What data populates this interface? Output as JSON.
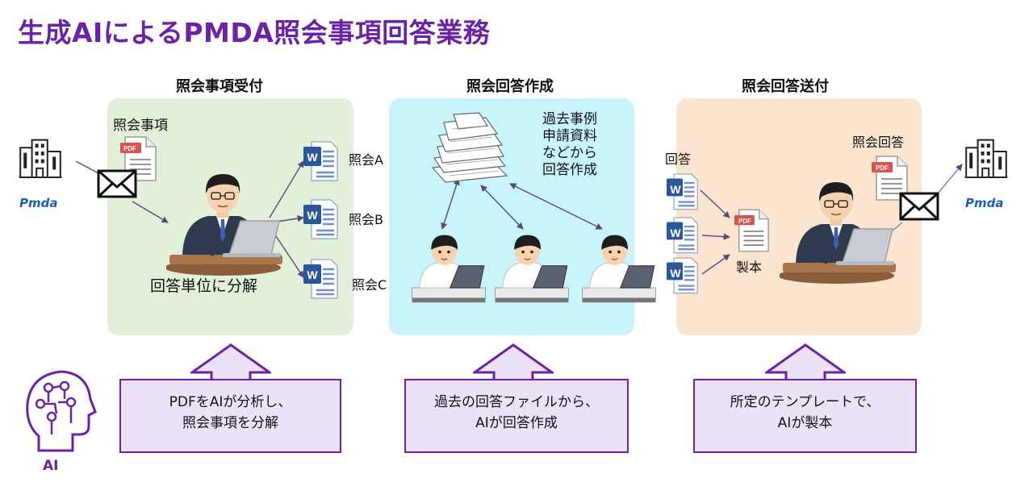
{
  "title": "生成AIによるPMDA照会事項回答業務",
  "phases": [
    {
      "label": "照会事項受付"
    },
    {
      "label": "照会回答作成"
    },
    {
      "label": "照会回答送付"
    }
  ],
  "receipt": {
    "doc_label": "照会事項",
    "pdf_badge": "PDF",
    "word_badge": "W",
    "queries": [
      "照会A",
      "照会B",
      "照会C"
    ],
    "action": "回答単位に分解"
  },
  "creation": {
    "note": [
      "過去事例",
      "申請資料",
      "などから",
      "回答作成"
    ]
  },
  "sending": {
    "answer_label": "回答",
    "binding_label": "製本",
    "pdf_badge": "PDF",
    "reply_label": "照会回答"
  },
  "org": {
    "logo_text": "Pmda"
  },
  "callouts": [
    {
      "line1": "PDFをAIが分析し、",
      "line2": "照会事項を分解"
    },
    {
      "line1": "過去の回答ファイルから、",
      "line2": "AIが回答作成"
    },
    {
      "line1": "所定のテンプレートで、",
      "line2": "AIが製本"
    }
  ],
  "ai": {
    "label": "AI",
    "icon": "ai-head-circuit-icon"
  },
  "colors": {
    "title": "#6a23a8",
    "panel_receipt": "#e2f0d9",
    "panel_creation": "#c8f4fc",
    "panel_sending": "#fbe5d0",
    "callout_fill": "#ece2f7",
    "callout_border": "#6a23a8",
    "word_blue": "#2b579a",
    "pdf_red": "#d9534f",
    "pmda_blue": "#1d5fb8",
    "pmda_orange": "#f08a00"
  }
}
